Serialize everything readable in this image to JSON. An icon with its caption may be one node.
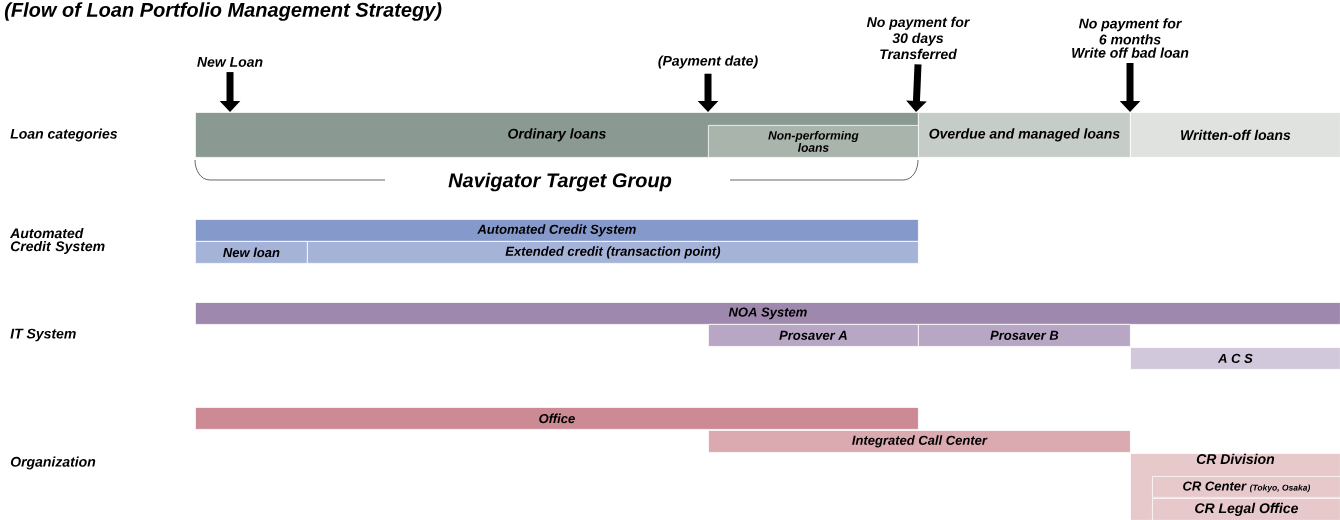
{
  "diagram": {
    "title": "(Flow of Loan Portfolio Management Strategy)",
    "nodes": [
      {
        "text": [
          "New Loan"
        ]
      },
      {
        "text": [
          "(Payment date)"
        ]
      },
      {
        "text": [
          "No payment for 30 days",
          "Transferred"
        ]
      },
      {
        "text": [
          "No payment for 6 months",
          "Write off bad loan"
        ]
      },
      {
        "text": [
          "Ordinary loans"
        ]
      },
      {
        "text": [
          "Non-performing loans"
        ],
        "in": 4
      },
      {
        "text": [
          "Overdue and managed loans"
        ]
      },
      {
        "text": [
          "Written-off loans"
        ]
      },
      {
        "text": [
          "Automated Credit System"
        ]
      },
      {
        "text": [
          "New loan"
        ]
      },
      {
        "text": [
          "Extended credit (transaction point)"
        ]
      },
      {
        "text": [
          "NOA System"
        ]
      },
      {
        "text": [
          "Prosaver A"
        ]
      },
      {
        "text": [
          "Prosaver B"
        ]
      },
      {
        "text": [
          "A C S"
        ]
      },
      {
        "text": [
          "Office"
        ]
      },
      {
        "text": [
          "Integrated Call Center"
        ]
      },
      {
        "text": [
          "CR Division"
        ]
      },
      {
        "text": [
          "CR Center",
          "(Tokyo, Osaka)"
        ],
        "in": 17
      },
      {
        "text": [
          "CR Legal Office"
        ],
        "in": 17
      }
    ],
    "edges": [
      {
        "from": 0,
        "to": 4,
        "arrow": "to"
      },
      {
        "from": 1,
        "to": 4,
        "arrow": "to"
      },
      {
        "from": 2,
        "to": 4,
        "arrow": "to"
      },
      {
        "from": 3,
        "to": 6,
        "arrow": "to"
      }
    ],
    "labels": [
      "Loan categories",
      "Navigator Target Group",
      "Automated Credit System",
      "IT System",
      "Organization"
    ]
  }
}
